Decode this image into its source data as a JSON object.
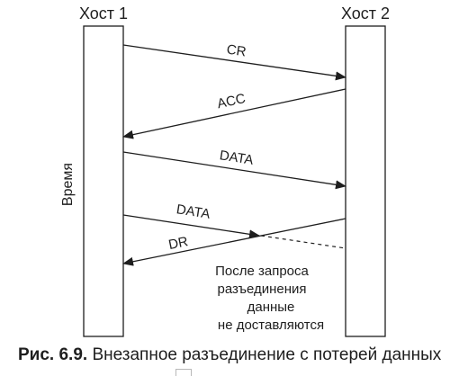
{
  "hosts": {
    "left": "Хост 1",
    "right": "Хост 2"
  },
  "axis_label": "Время",
  "messages": [
    {
      "label": "CR",
      "from": "Хост 1",
      "to": "Хост 2"
    },
    {
      "label": "ACC",
      "from": "Хост 2",
      "to": "Хост 1"
    },
    {
      "label": "DATA",
      "from": "Хост 1",
      "to": "Хост 2"
    },
    {
      "label": "DATA",
      "from": "Хост 1",
      "to": "Хост 2",
      "lost": true
    },
    {
      "label": "DR",
      "from": "Хост 2",
      "to": "Хост 1"
    }
  ],
  "note": {
    "lines": [
      "После запроса",
      "разъединения",
      "данные",
      "не доставляются"
    ]
  },
  "caption": {
    "number": "Рис. 6.9.",
    "text": " Внезапное разъединение с потерей данных"
  },
  "colors": {
    "line": "#1e1e1e",
    "background": "#ffffff"
  }
}
